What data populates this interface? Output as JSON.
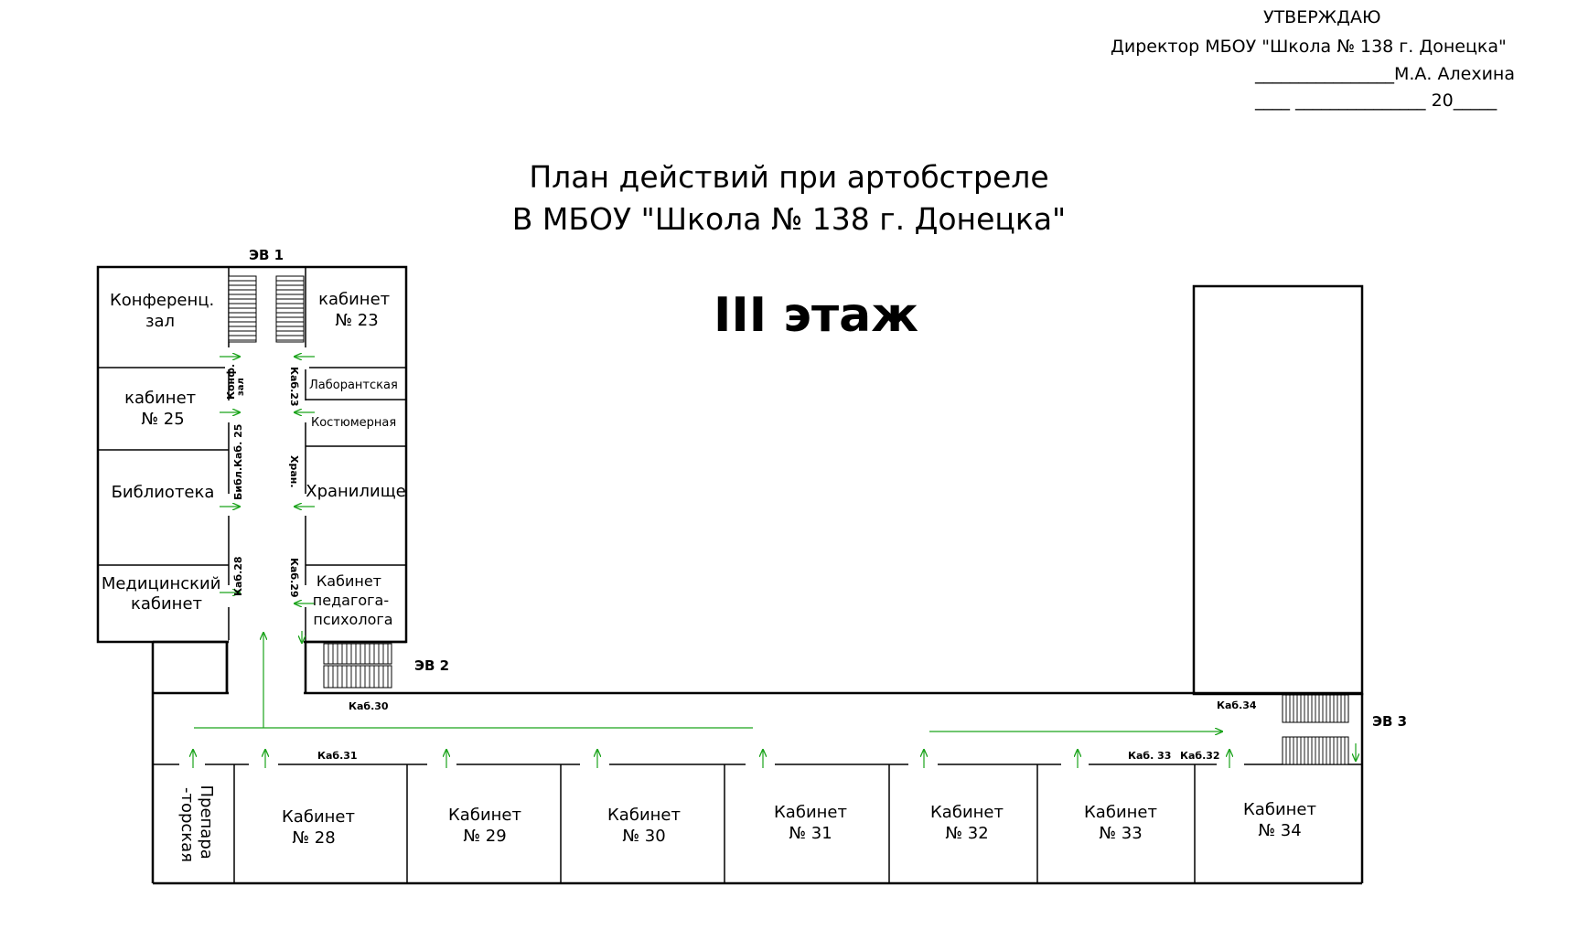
{
  "approval": {
    "approve": "УТВЕРЖДАЮ",
    "director": "Директор  МБОУ \"Школа № 138 г. Донецка\"",
    "signature": "________________М.А. Алехина",
    "date": "____ _______________ 20_____"
  },
  "title": {
    "line1": "План действий при артобстреле",
    "line2": "В  МБОУ \"Школа № 138 г. Донецка\""
  },
  "floor_label": "III этаж",
  "exits": {
    "ev1": "ЭВ 1",
    "ev2": "ЭВ 2",
    "ev3": "ЭВ 3"
  },
  "rooms": {
    "conf_hall": [
      "Конференц.",
      "зал"
    ],
    "cab23": [
      "кабинет",
      "№ 23"
    ],
    "cab25": [
      "кабинет",
      "№ 25"
    ],
    "library": "Библиотека",
    "medical": [
      "Медицинский",
      "кабинет"
    ],
    "lab": "Лаборантская",
    "costume": "Костюмерная",
    "storage": "Хранилище",
    "psych": [
      "Кабинет",
      "педагога-",
      "психолога"
    ],
    "prep": [
      "Препара",
      "-торская"
    ],
    "cab28": [
      "Кабинет",
      "№ 28"
    ],
    "cab29": [
      "Кабинет",
      "№ 29"
    ],
    "cab30": [
      "Кабинет",
      "№ 30"
    ],
    "cab31": [
      "Кабинет",
      "№ 31"
    ],
    "cab32": [
      "Кабинет",
      "№ 32"
    ],
    "cab33": [
      "Кабинет",
      "№ 33"
    ],
    "cab34": [
      "Кабинет",
      "№ 34"
    ]
  },
  "door_labels": {
    "konf_zal": [
      "Конф.",
      "зал"
    ],
    "kab23": "Каб.23",
    "bibl_kab25": "Библ.Каб. 25",
    "hran": "Хран.",
    "kab28": "Каб.28",
    "kab29": "Каб.29",
    "kab30": "Каб.30",
    "kab31": "Каб.31",
    "kab33": "Каб. 33",
    "kab32": "Каб.32",
    "kab34": "Каб.34"
  },
  "colors": {
    "walls": "#000000",
    "arrows": "#1aa31a",
    "stairs": "#000000"
  }
}
